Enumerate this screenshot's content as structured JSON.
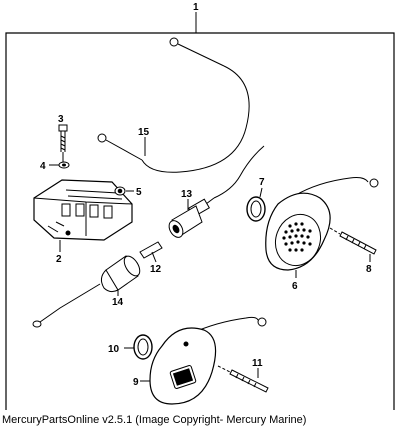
{
  "diagram": {
    "callouts": {
      "c1": "1",
      "c2": "2",
      "c3": "3",
      "c4": "4",
      "c5": "5",
      "c6": "6",
      "c7": "7",
      "c8": "8",
      "c9": "9",
      "c10": "10",
      "c11": "11",
      "c12": "12",
      "c13": "13",
      "c14": "14",
      "c15": "15"
    }
  },
  "caption": "MercuryPartsOnline v2.5.1 (Image Copyright- Mercury Marine)"
}
